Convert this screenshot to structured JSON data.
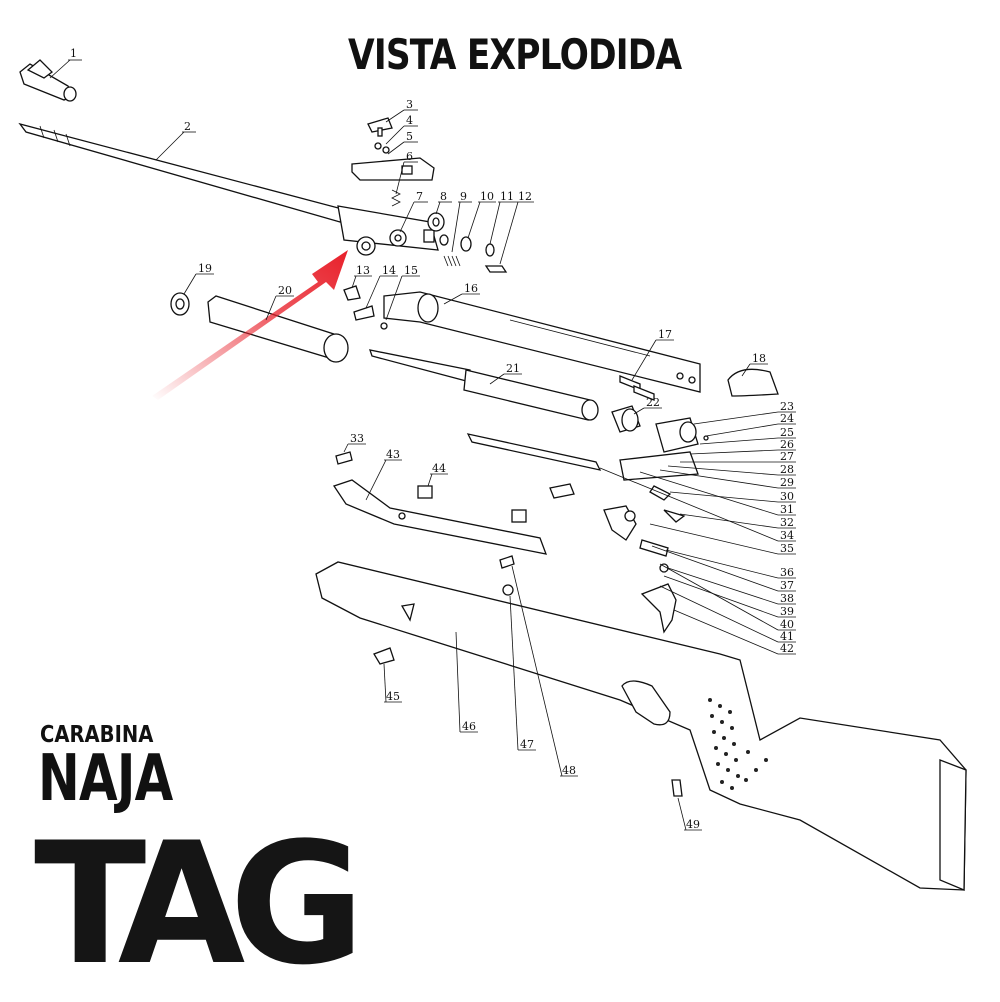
{
  "title": "VISTA EXPLODIDA",
  "brand": {
    "subtitle": "CARABINA",
    "name": "NAJA",
    "logo": "TAG"
  },
  "arrow_color": "#e8202a",
  "parts": [
    "1",
    "2",
    "3",
    "4",
    "5",
    "6",
    "7",
    "8",
    "9",
    "10",
    "11",
    "12",
    "13",
    "14",
    "15",
    "16",
    "17",
    "18",
    "19",
    "20",
    "21",
    "22",
    "23",
    "24",
    "25",
    "26",
    "27",
    "28",
    "29",
    "30",
    "31",
    "32",
    "33",
    "34",
    "35",
    "36",
    "37",
    "38",
    "39",
    "40",
    "41",
    "42",
    "43",
    "44",
    "45",
    "46",
    "47",
    "48",
    "49"
  ]
}
